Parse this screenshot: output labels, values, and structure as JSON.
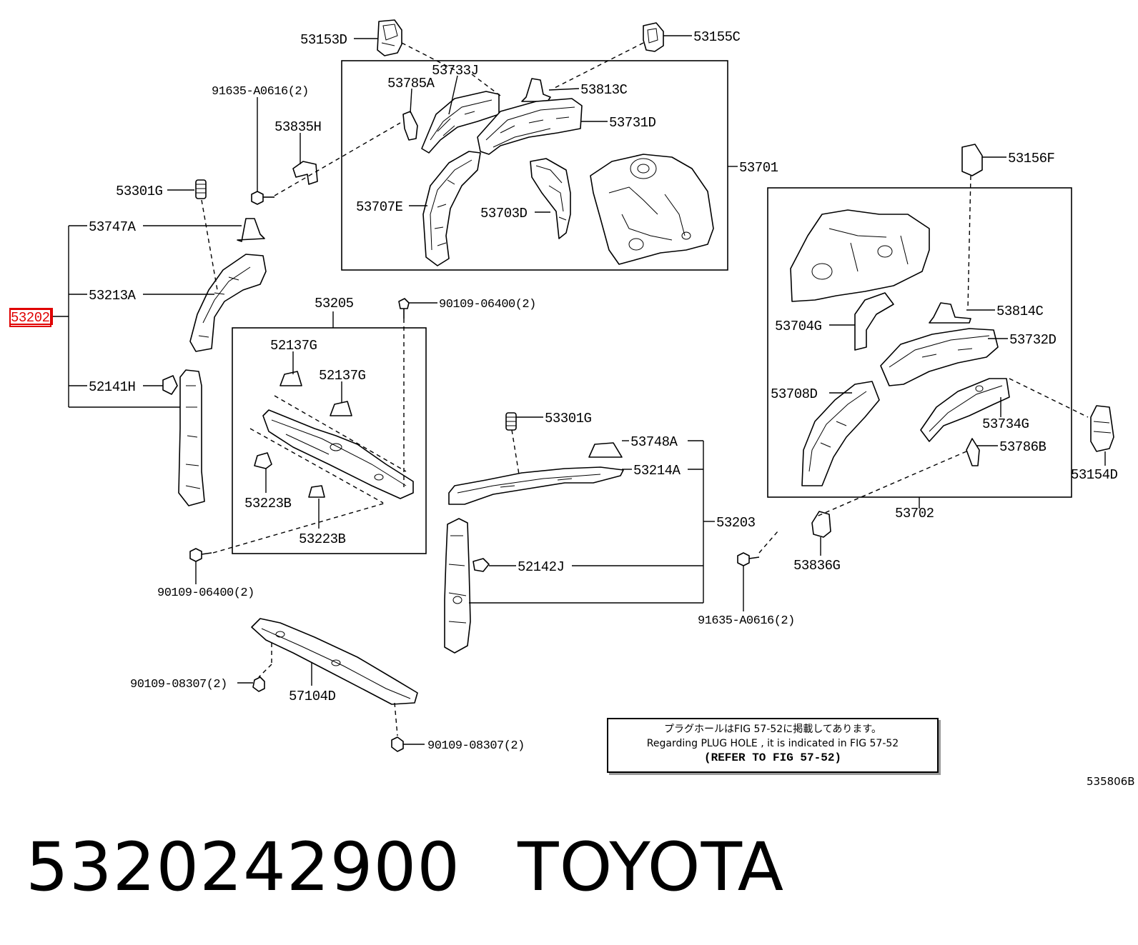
{
  "labels": {
    "p53153D": "53153D",
    "p53155C": "53155C",
    "p53733J": "53733J",
    "p53785A": "53785A",
    "p53813C": "53813C",
    "p53731D": "53731D",
    "p53701": "53701",
    "p91635_1": "91635-A0616(2)",
    "p53835H": "53835H",
    "p53707E": "53707E",
    "p53703D": "53703D",
    "p53301G_1": "53301G",
    "p53747A": "53747A",
    "p53213A": "53213A",
    "p53202": "53202",
    "p52141H": "52141H",
    "p53205": "53205",
    "p90109_06400_1": "90109-06400(2)",
    "p52137G_1": "52137G",
    "p52137G_2": "52137G",
    "p53223B_1": "53223B",
    "p53223B_2": "53223B",
    "p90109_06400_2": "90109-06400(2)",
    "p53156F": "53156F",
    "p53814C": "53814C",
    "p53704G": "53704G",
    "p53732D": "53732D",
    "p53708D": "53708D",
    "p53734G": "53734G",
    "p53786B": "53786B",
    "p53154D": "53154D",
    "p53702": "53702",
    "p53301G_2": "53301G",
    "p53748A": "53748A",
    "p53214A": "53214A",
    "p53203": "53203",
    "p52142J": "52142J",
    "p53836G": "53836G",
    "p91635_2": "91635-A0616(2)",
    "p90109_08307_1": "90109-08307(2)",
    "p57104D": "57104D",
    "p90109_08307_2": "90109-08307(2)"
  },
  "note": {
    "japanese": "プラグホールはFIG 57-52に掲載してあります。",
    "english": "Regarding PLUG HOLE , it is indicated in FIG 57-52",
    "refer": "(REFER TO FIG 57-52)"
  },
  "diagram_code": "535806B",
  "footer": {
    "part_number": "5320242900",
    "brand": "TOYOTA"
  },
  "highlight_color": "#e00000"
}
